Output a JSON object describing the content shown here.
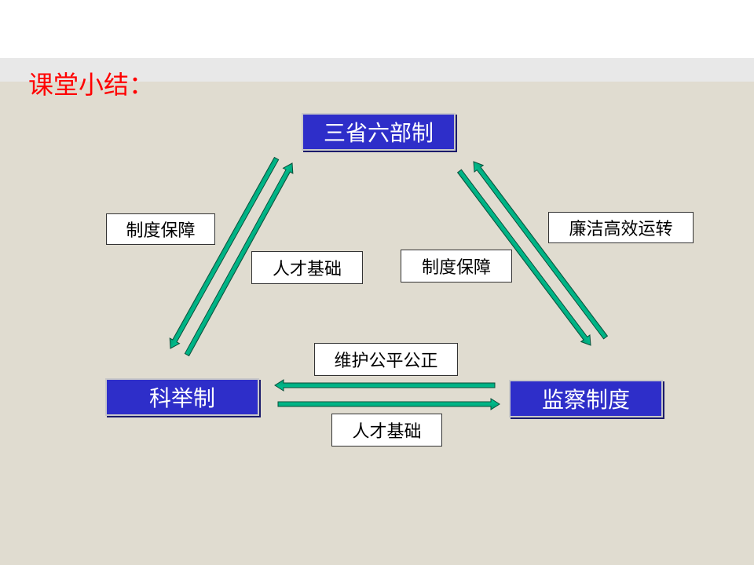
{
  "slide": {
    "title": "课堂小结："
  },
  "nodes": {
    "top": "三省六部制",
    "left": "科举制",
    "right": "监察制度"
  },
  "labels": {
    "left_outer": "制度保障",
    "left_inner": "人才基础",
    "right_inner": "制度保障",
    "right_outer": "廉洁高效运转",
    "bottom_upper": "维护公平公正",
    "bottom_lower": "人才基础"
  },
  "colors": {
    "node_fill": "#2e2ec9",
    "arrow_fill": "#00b386",
    "title_text": "#ff0000"
  }
}
